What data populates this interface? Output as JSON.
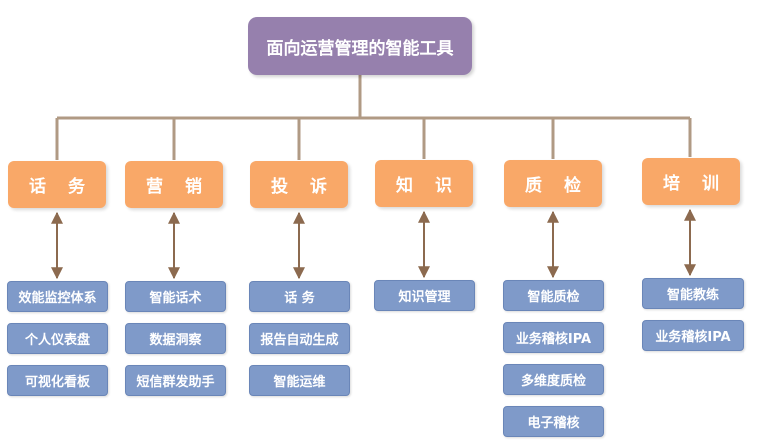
{
  "root": {
    "title": "面向运营管理的智能工具"
  },
  "categories": [
    {
      "label": "话 务",
      "items": [
        "效能监控体系",
        "个人仪表盘",
        "可视化看板"
      ]
    },
    {
      "label": "营 销",
      "items": [
        "智能话术",
        "数据洞察",
        "短信群发助手"
      ]
    },
    {
      "label": "投 诉",
      "items": [
        "话 务",
        "报告自动生成",
        "智能运维"
      ]
    },
    {
      "label": "知 识",
      "items": [
        "知识管理"
      ]
    },
    {
      "label": "质 检",
      "items": [
        "智能质检",
        "业务稽核IPA",
        "多维度质检",
        "电子稽核"
      ]
    },
    {
      "label": "培 训",
      "items": [
        "智能教练",
        "业务稽核IPA"
      ]
    }
  ],
  "colors": {
    "root_fill": "#9680ad",
    "category_fill": "#f9a868",
    "item_fill": "#7f9ac9",
    "connector": "#b09a84",
    "arrow": "#8c6a4f"
  }
}
